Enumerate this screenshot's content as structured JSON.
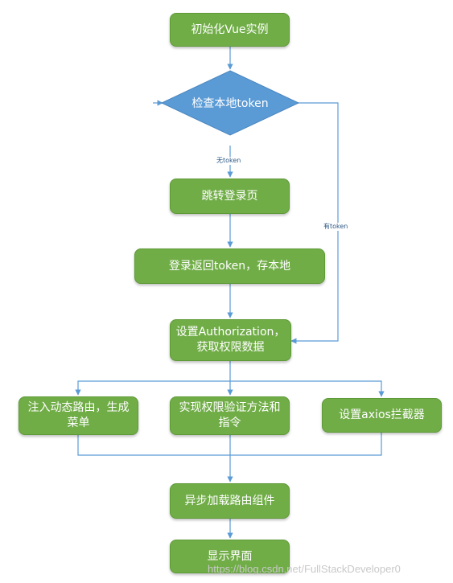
{
  "nodes": {
    "init": "初始化Vue实例",
    "check": "检查本地token",
    "jump_login": "跳转登录页",
    "login_return": "登录返回token，存本地",
    "set_auth": "设置Authorization，获取权限数据",
    "inject_routes": "注入动态路由，生成菜单",
    "implement_perm": "实现权限验证方法和指令",
    "axios_interceptor": "设置axios拦截器",
    "async_load": "异步加载路由组件",
    "show_ui": "显示界面"
  },
  "edges": {
    "no_token": "无token",
    "has_token": "有token"
  },
  "watermark": "https://blog.csdn.net/FullStackDeveloper0",
  "colors": {
    "box_fill": "#70ad47",
    "diamond_fill": "#5b9bd5",
    "connector": "#5b9bd5"
  }
}
